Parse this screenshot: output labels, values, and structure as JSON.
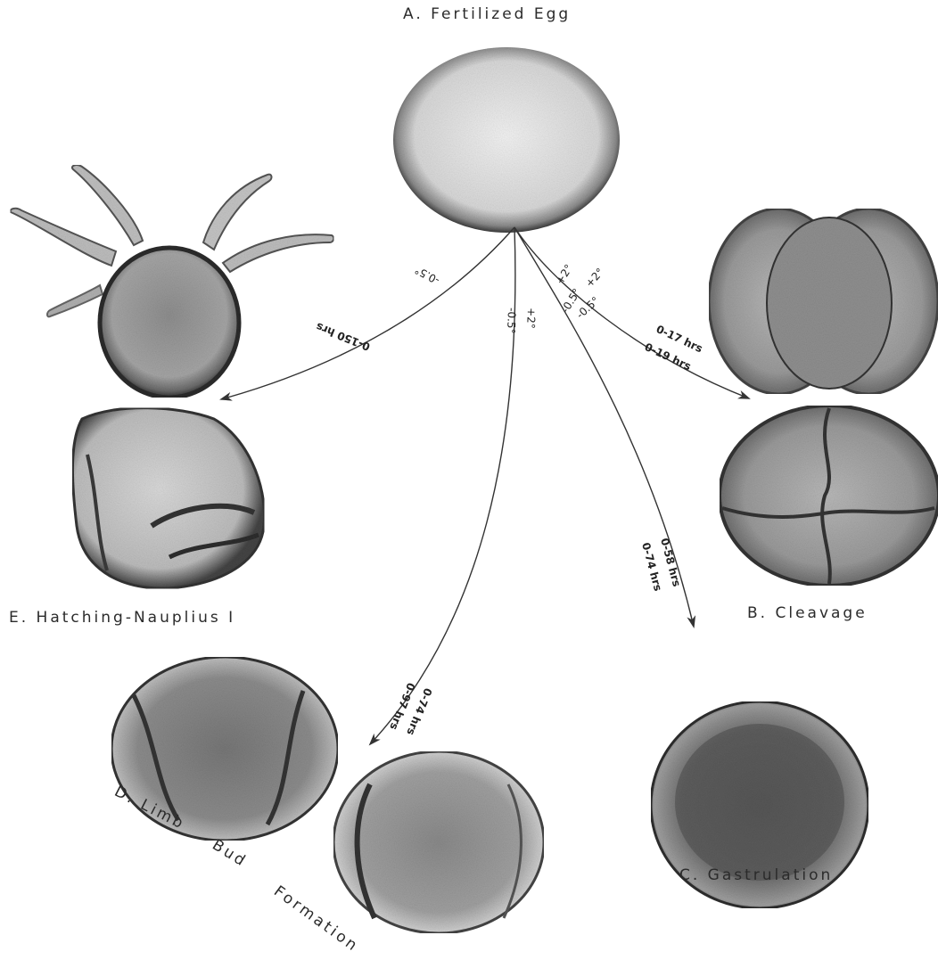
{
  "labels": {
    "a": "A. Fertilized Egg",
    "b": "B. Cleavage",
    "c": "C. Gastrulation",
    "d_words": [
      "D. Limb",
      "Bud",
      "Formation"
    ],
    "e": "E. Hatching-Nauplius I"
  },
  "arrows": {
    "to_e": {
      "temp": "-0.5°",
      "time": "0-150 hrs"
    },
    "to_d": {
      "temp_hi": "+2°",
      "temp_lo": "-0.5°",
      "time_hi": "0-74 hrs",
      "time_lo": "0-97 hrs"
    },
    "to_c": {
      "temp_hi": "+2°",
      "temp_lo": "-0.5°",
      "time_hi": "0-58 hrs",
      "time_lo": "0-74 hrs"
    },
    "to_b": {
      "temp_hi": "+2°",
      "temp_lo": "-0.5°",
      "time_hi": "0-17 hrs",
      "time_lo": "0-19 hrs"
    }
  },
  "colors": {
    "egg_light": "#e9e9e9",
    "egg_rim": "#3a3a3a",
    "cell_mid": "#8c8c8c",
    "cell_dark": "#4a4a4a"
  }
}
